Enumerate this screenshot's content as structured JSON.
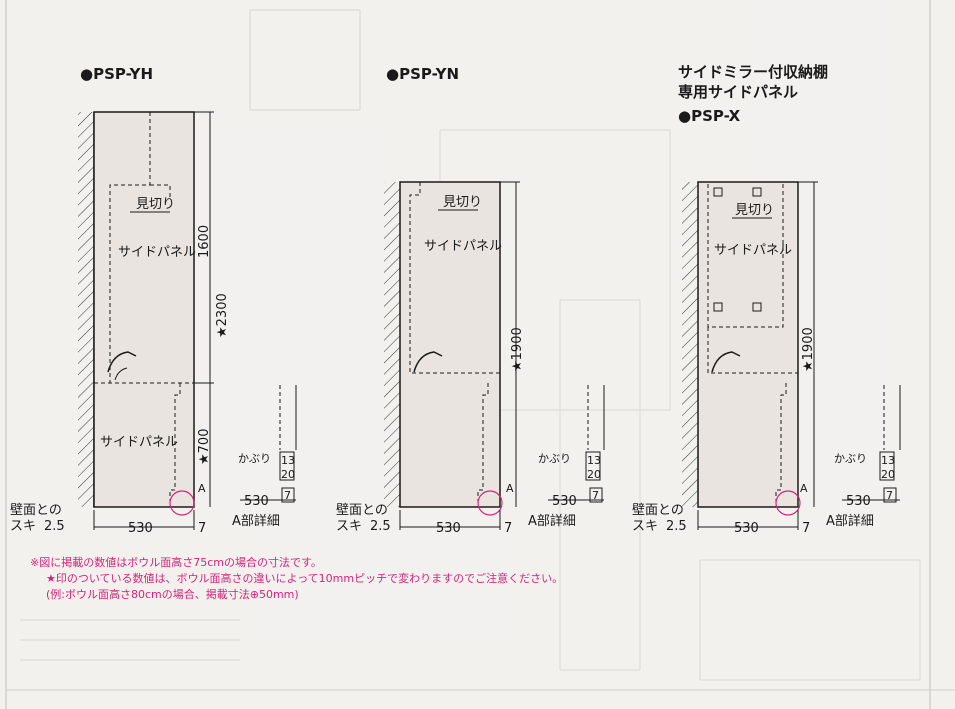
{
  "diagrams": [
    {
      "id": "psp-yh",
      "title": "●PSP-YH",
      "subtitle": [],
      "mikiri": "見切り",
      "side_panel": "サイドパネル",
      "side_panel_lower": "サイドパネル",
      "dim_upper": "1600",
      "dim_total": "★2300",
      "dim_lower": "★700",
      "detail_marker": "A",
      "kaburi": "かぶり",
      "detail_w": "530",
      "detail_13": "13",
      "detail_20": "20",
      "detail_7": "7",
      "detail_caption": "A部詳細",
      "wall_gap": "壁面との",
      "wall_gap2": "スキ",
      "wall_gap_val": "2.5",
      "width": "530",
      "right_gap": "7"
    },
    {
      "id": "psp-yn",
      "title": "●PSP-YN",
      "subtitle": [],
      "mikiri": "見切り",
      "side_panel": "サイドパネル",
      "dim_total": "★1900",
      "detail_marker": "A",
      "kaburi": "かぶり",
      "detail_w": "530",
      "detail_13": "13",
      "detail_20": "20",
      "detail_7": "7",
      "detail_caption": "A部詳細",
      "wall_gap": "壁面との",
      "wall_gap2": "スキ",
      "wall_gap_val": "2.5",
      "width": "530",
      "right_gap": "7"
    },
    {
      "id": "psp-x",
      "title": "●PSP-X",
      "subtitle": [
        "サイドミラー付収納棚",
        "専用サイドパネル"
      ],
      "mikiri": "見切り",
      "side_panel": "サイドパネル",
      "dim_total": "★1900",
      "detail_marker": "A",
      "kaburi": "かぶり",
      "detail_w": "530",
      "detail_13": "13",
      "detail_20": "20",
      "detail_7": "7",
      "detail_caption": "A部詳細",
      "wall_gap": "壁面との",
      "wall_gap2": "スキ",
      "wall_gap_val": "2.5",
      "width": "530",
      "right_gap": "7"
    }
  ],
  "notes": [
    "※図に掲載の数値はボウル面高さ75cmの場合の寸法です。",
    "★印のついている数値は、ボウル面高さの違いによって10mmピッチで変わりますのでご注意ください。",
    "(例:ボウル面高さ80cmの場合、掲載寸法⊕50mm)"
  ],
  "colors": {
    "panel": "#e9e4df",
    "line": "#1a1a1a",
    "accent": "#d4257a",
    "background": "#f2f1ee"
  }
}
